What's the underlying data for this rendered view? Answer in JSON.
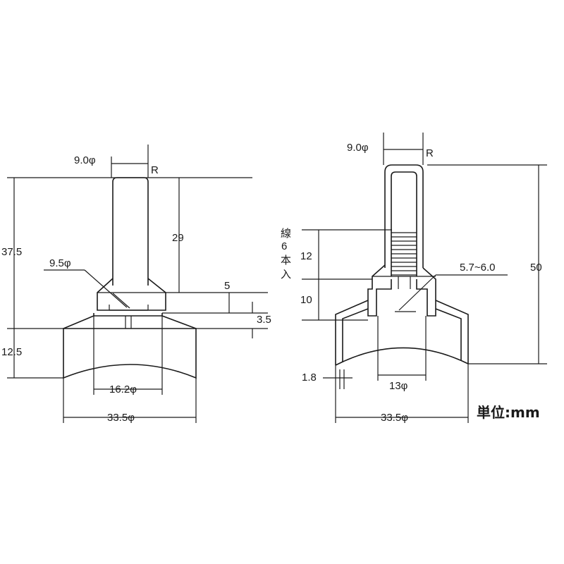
{
  "left_view": {
    "labels": {
      "top_dia": "9.0φ",
      "radius": "R",
      "total_height": "37.5",
      "upper_height": "29",
      "neck_dia": "9.5φ",
      "step_5": "5",
      "step_3_5": "3.5",
      "skirt_height": "12.5",
      "inner_dia": "16.2φ",
      "outer_dia": "33.5φ"
    }
  },
  "right_view": {
    "labels": {
      "top_dia": "9.0φ",
      "radius": "R",
      "wire_note": [
        "線",
        "6",
        "本",
        "入"
      ],
      "dim_12": "12",
      "dim_10": "10",
      "total_height": "50",
      "wire_range": "5.7~6.0",
      "wall_thickness": "1.8",
      "inner_dia": "13φ",
      "outer_dia": "33.5φ"
    }
  },
  "unit_label": "単位:mm"
}
